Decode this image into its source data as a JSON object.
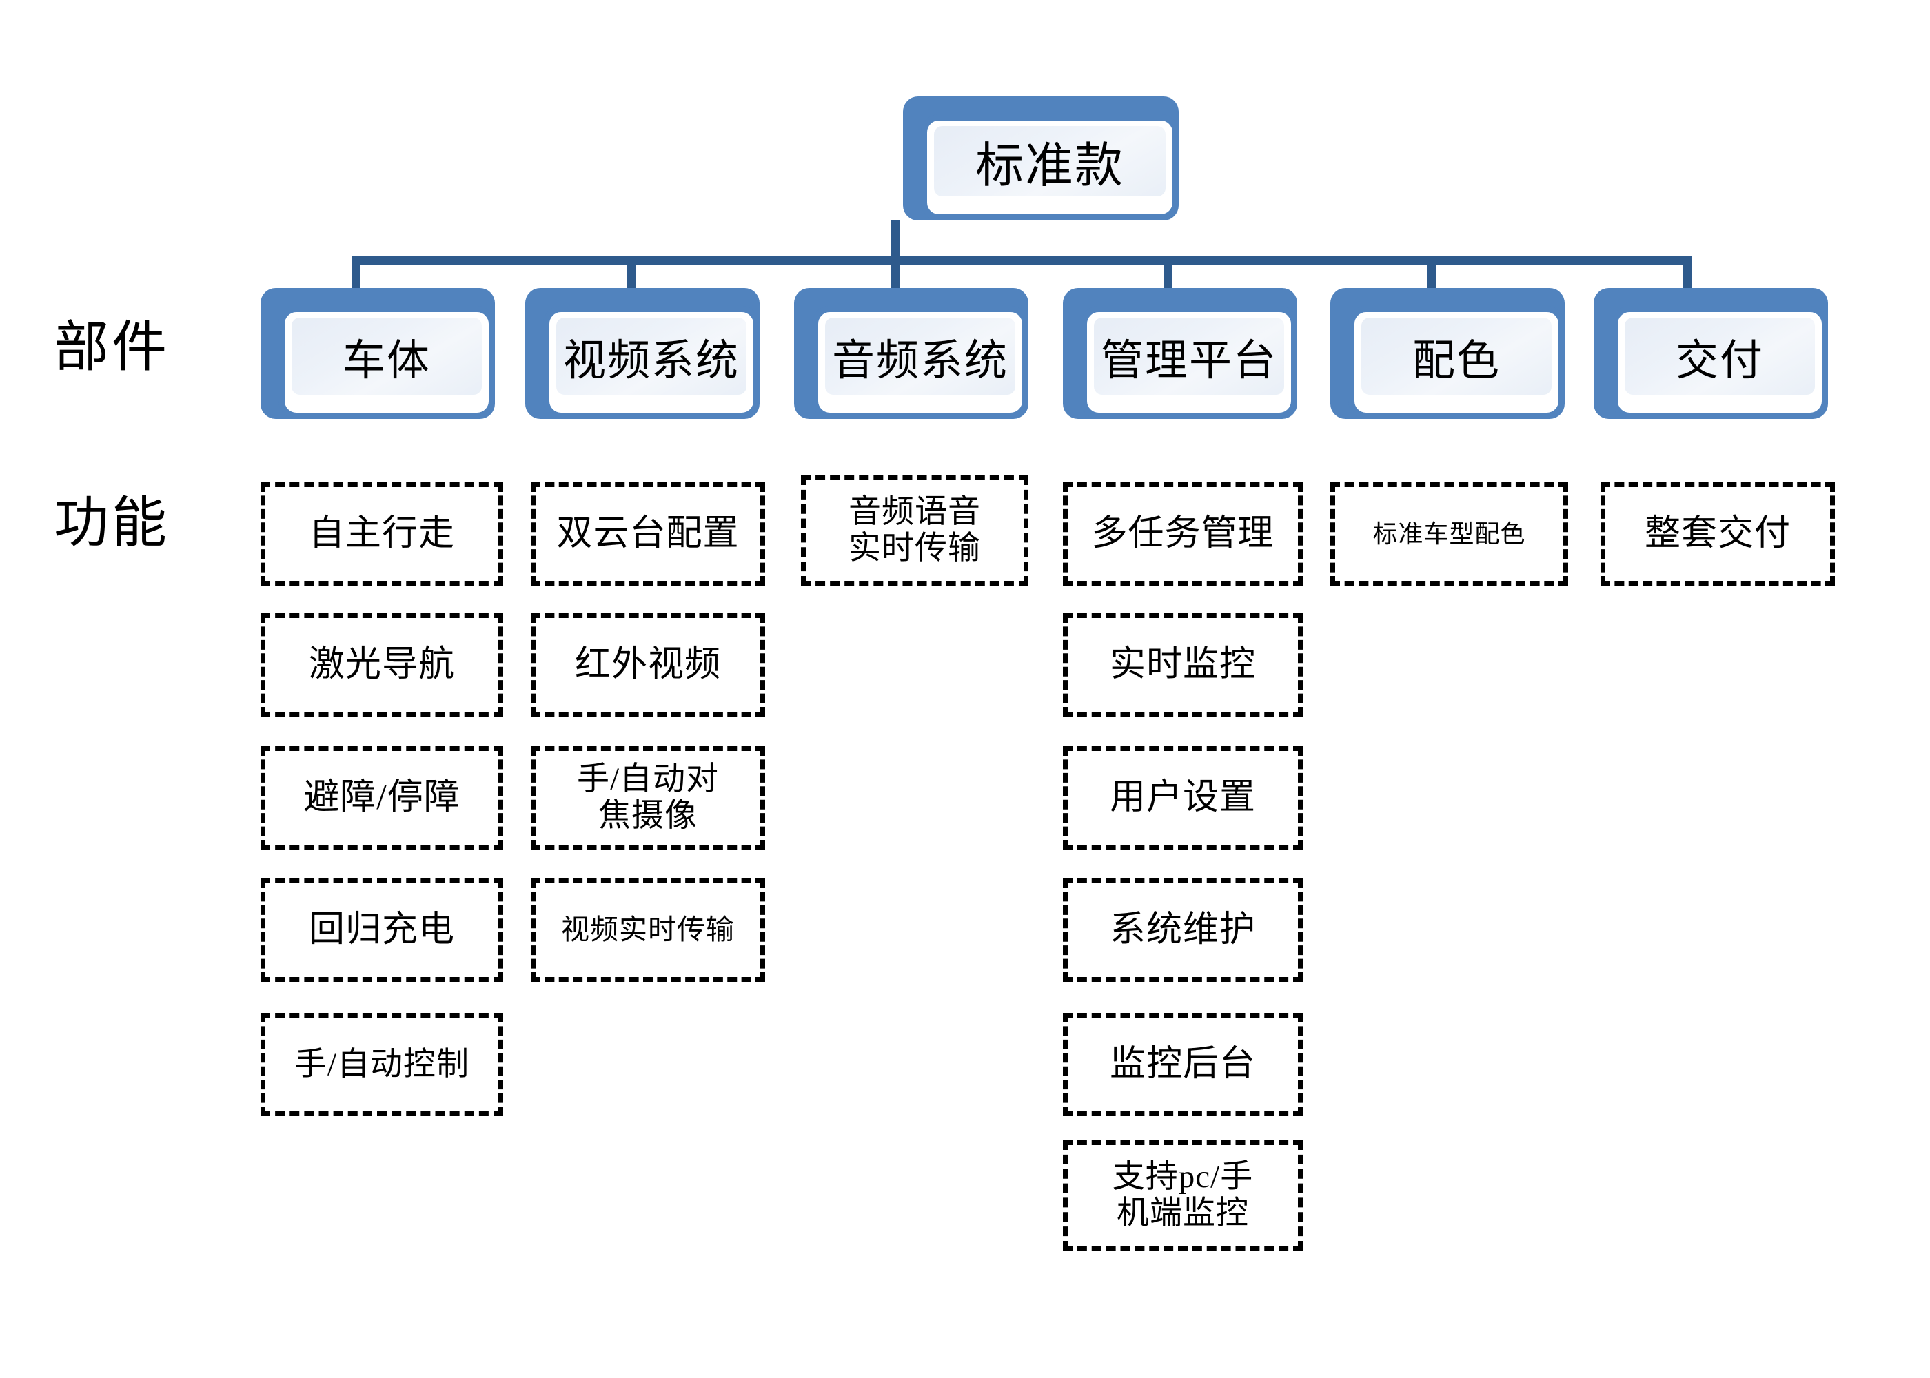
{
  "diagram": {
    "root": {
      "label": "标准款"
    },
    "row_labels": {
      "components": "部件",
      "functions": "功能"
    },
    "colors": {
      "node_blue": "#5183BE",
      "connector_blue": "#2E5A8C",
      "node_inner_fill": "#EDF2F9",
      "dashed_border": "#000000",
      "background": "#FFFFFF"
    },
    "columns": [
      {
        "component": "车体",
        "functions": [
          "自主行走",
          "激光导航",
          "避障/停障",
          "回归充电",
          "手/自动控制"
        ]
      },
      {
        "component": "视频系统",
        "functions": [
          "双云台配置",
          "红外视频",
          "手/自动对\n焦摄像",
          "视频实时传输"
        ]
      },
      {
        "component": "音频系统",
        "functions": [
          "音频语音\n实时传输"
        ]
      },
      {
        "component": "管理平台",
        "functions": [
          "多任务管理",
          "实时监控",
          "用户设置",
          "系统维护",
          "监控后台",
          "支持pc/手\n机端监控"
        ]
      },
      {
        "component": "配色",
        "functions": [
          "标准车型配色"
        ]
      },
      {
        "component": "交付",
        "functions": [
          "整套交付"
        ]
      }
    ]
  }
}
